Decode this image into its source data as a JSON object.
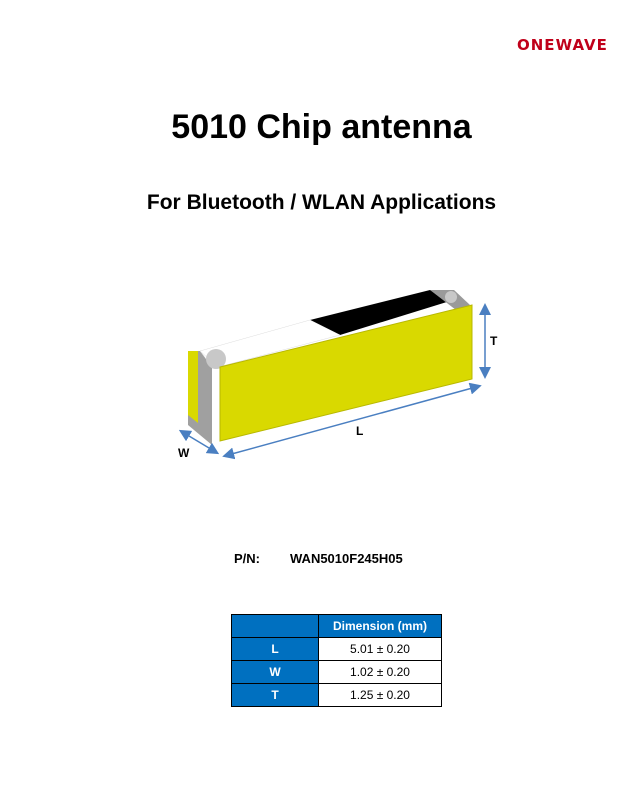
{
  "logo": {
    "part1": "ONE",
    "part2": "W",
    "part3": "AVE"
  },
  "title": "5010 Chip antenna",
  "subtitle": "For Bluetooth / WLAN Applications",
  "figure": {
    "label_t": "T",
    "label_l": "L",
    "label_w": "W"
  },
  "part_number": {
    "label": "P/N:",
    "value": "WAN5010F245H05"
  },
  "dimension_table": {
    "header": "Dimension (mm)",
    "rows": [
      {
        "key": "L",
        "value": "5.01 ± 0.20"
      },
      {
        "key": "W",
        "value": "1.02 ± 0.20"
      },
      {
        "key": "T",
        "value": "1.25 ± 0.20"
      }
    ]
  },
  "colors": {
    "brand_red": "#c0001a",
    "table_blue": "#0070c0",
    "antenna_yellow": "#d9d900",
    "dimension_arrow": "#4a7fc1"
  }
}
